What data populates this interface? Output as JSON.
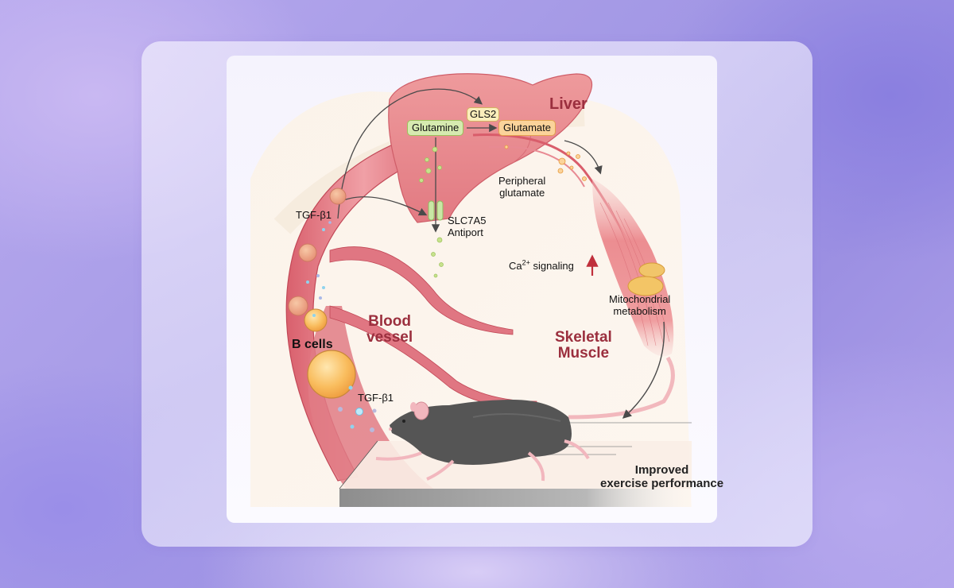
{
  "figure": {
    "organs": {
      "liver": "Liver",
      "blood_vessel_line1": "Blood",
      "blood_vessel_line2": "vessel",
      "skeletal_muscle_line1": "Skeletal",
      "skeletal_muscle_line2": "Muscle"
    },
    "molecules": {
      "glutamine": "Glutamine",
      "gls2": "GLS2",
      "glutamate": "Glutamate",
      "tgf_upper": "TGF-β1",
      "tgf_lower": "TGF-β1",
      "slc7a5_line1": "SLC7A5",
      "slc7a5_line2": "Antiport",
      "peripheral_line1": "Peripheral",
      "peripheral_line2": "glutamate"
    },
    "cells": {
      "b_cells": "B cells"
    },
    "processes": {
      "ca_prefix": "Ca",
      "ca_superscript": "2+",
      "ca_suffix": " signaling",
      "mito_line1": "Mitochondrial",
      "mito_line2": "metabolism"
    },
    "outcome": {
      "line1": "Improved",
      "line2": "exercise performance"
    },
    "colors": {
      "organ_label": "#9b2f3e",
      "liver": "#e9838a",
      "vessel": "#dc6f7a",
      "glutamine_box": "#d6eab0",
      "glutamate_box": "#fbd39a",
      "gls2_box": "#fbeebb",
      "b_cell": "#f7b85a",
      "tgf_dot": "#8fd3ee",
      "up_arrow": "#c0303c"
    }
  }
}
